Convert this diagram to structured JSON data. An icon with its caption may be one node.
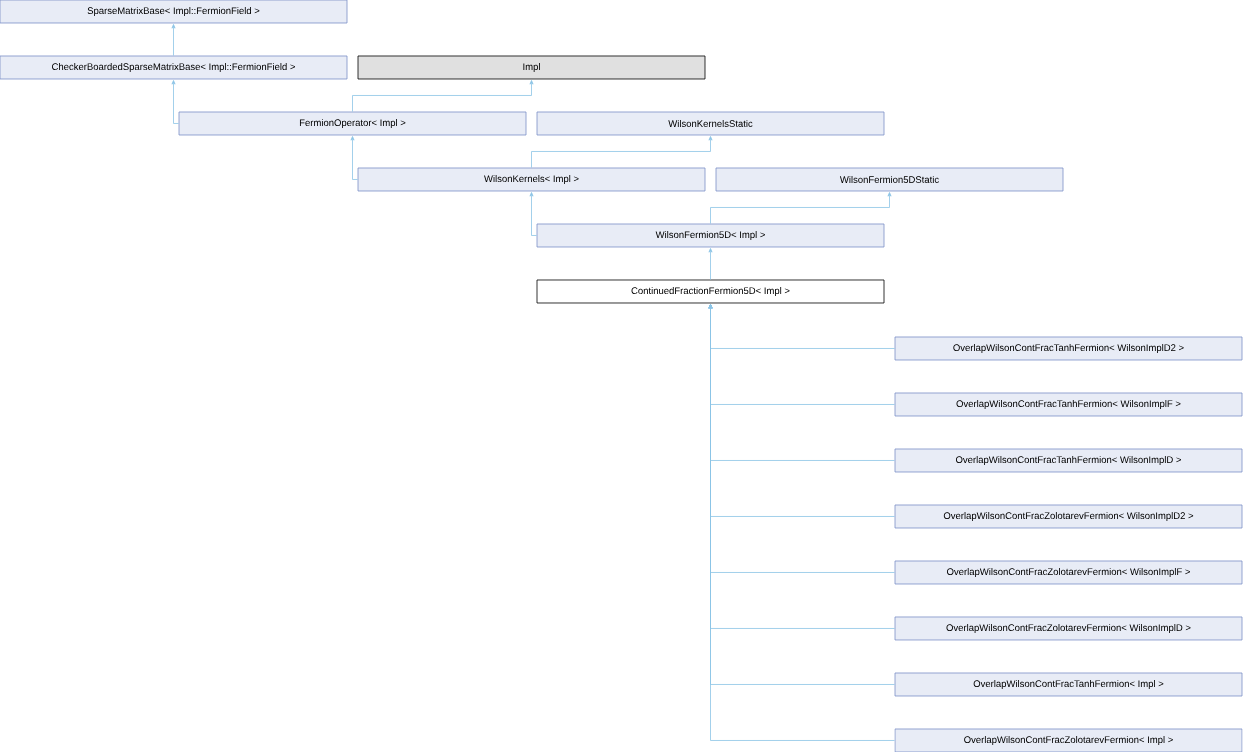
{
  "diagram": {
    "nodes": [
      {
        "text": [
          "SparseMatrixBase< Impl::FermionField >"
        ]
      },
      {
        "text": [
          "CheckerBoardedSparseMatrixBase< Impl::FermionField >"
        ]
      },
      {
        "text": [
          "Impl"
        ]
      },
      {
        "text": [
          "FermionOperator< Impl >"
        ]
      },
      {
        "text": [
          "WilsonKernelsStatic"
        ]
      },
      {
        "text": [
          "WilsonKernels< Impl >"
        ]
      },
      {
        "text": [
          "WilsonFermion5DStatic"
        ]
      },
      {
        "text": [
          "WilsonFermion5D< Impl >"
        ]
      },
      {
        "text": [
          "ContinuedFractionFermion5D< Impl >"
        ]
      },
      {
        "text": [
          "OverlapWilsonContFracTanhFermion< WilsonImplD2 >"
        ]
      },
      {
        "text": [
          "OverlapWilsonContFracTanhFermion< WilsonImplF >"
        ]
      },
      {
        "text": [
          "OverlapWilsonContFracTanhFermion< WilsonImplD >"
        ]
      },
      {
        "text": [
          "OverlapWilsonContFracZolotarevFermion< WilsonImplD2 >"
        ]
      },
      {
        "text": [
          "OverlapWilsonContFracZolotarevFermion< WilsonImplF >"
        ]
      },
      {
        "text": [
          "OverlapWilsonContFracZolotarevFermion< WilsonImplD >"
        ]
      },
      {
        "text": [
          "OverlapWilsonContFracTanhFermion< Impl >"
        ]
      },
      {
        "text": [
          "OverlapWilsonContFracZolotarevFermion< Impl >"
        ]
      }
    ],
    "edges": [
      {
        "from": 1,
        "to": 0,
        "arrow": "to"
      },
      {
        "from": 3,
        "to": 1,
        "arrow": "to"
      },
      {
        "from": 3,
        "to": 2,
        "arrow": "to"
      },
      {
        "from": 5,
        "to": 3,
        "arrow": "to"
      },
      {
        "from": 5,
        "to": 4,
        "arrow": "to"
      },
      {
        "from": 7,
        "to": 5,
        "arrow": "to"
      },
      {
        "from": 7,
        "to": 6,
        "arrow": "to"
      },
      {
        "from": 8,
        "to": 7,
        "arrow": "to"
      },
      {
        "from": 9,
        "to": 8,
        "arrow": "to"
      },
      {
        "from": 10,
        "to": 8,
        "arrow": "to"
      },
      {
        "from": 11,
        "to": 8,
        "arrow": "to"
      },
      {
        "from": 12,
        "to": 8,
        "arrow": "to"
      },
      {
        "from": 13,
        "to": 8,
        "arrow": "to"
      },
      {
        "from": 14,
        "to": 8,
        "arrow": "to"
      },
      {
        "from": 15,
        "to": 8,
        "arrow": "to"
      },
      {
        "from": 16,
        "to": 8,
        "arrow": "to"
      }
    ]
  }
}
